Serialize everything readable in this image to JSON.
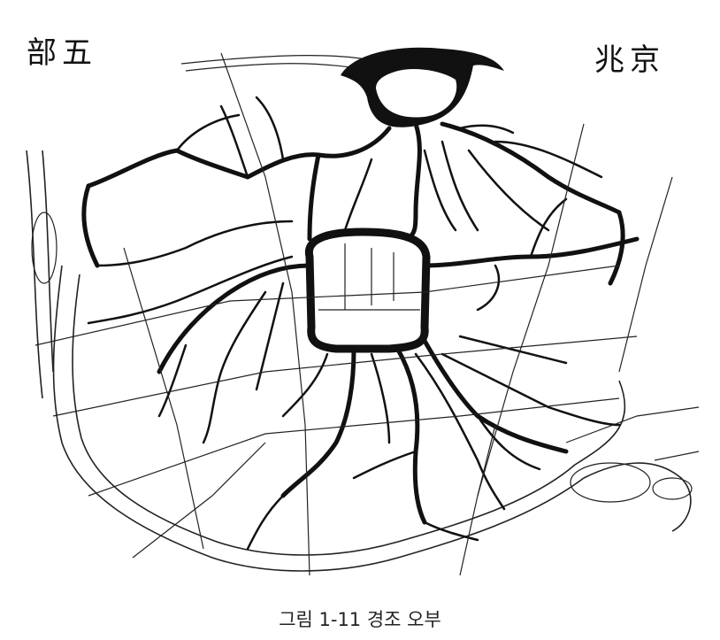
{
  "map": {
    "title_left": "部五",
    "title_right": "兆京",
    "caption": "그림 1-11  경조 오부",
    "colors": {
      "ink": "#111111",
      "paper": "#ffffff"
    }
  }
}
